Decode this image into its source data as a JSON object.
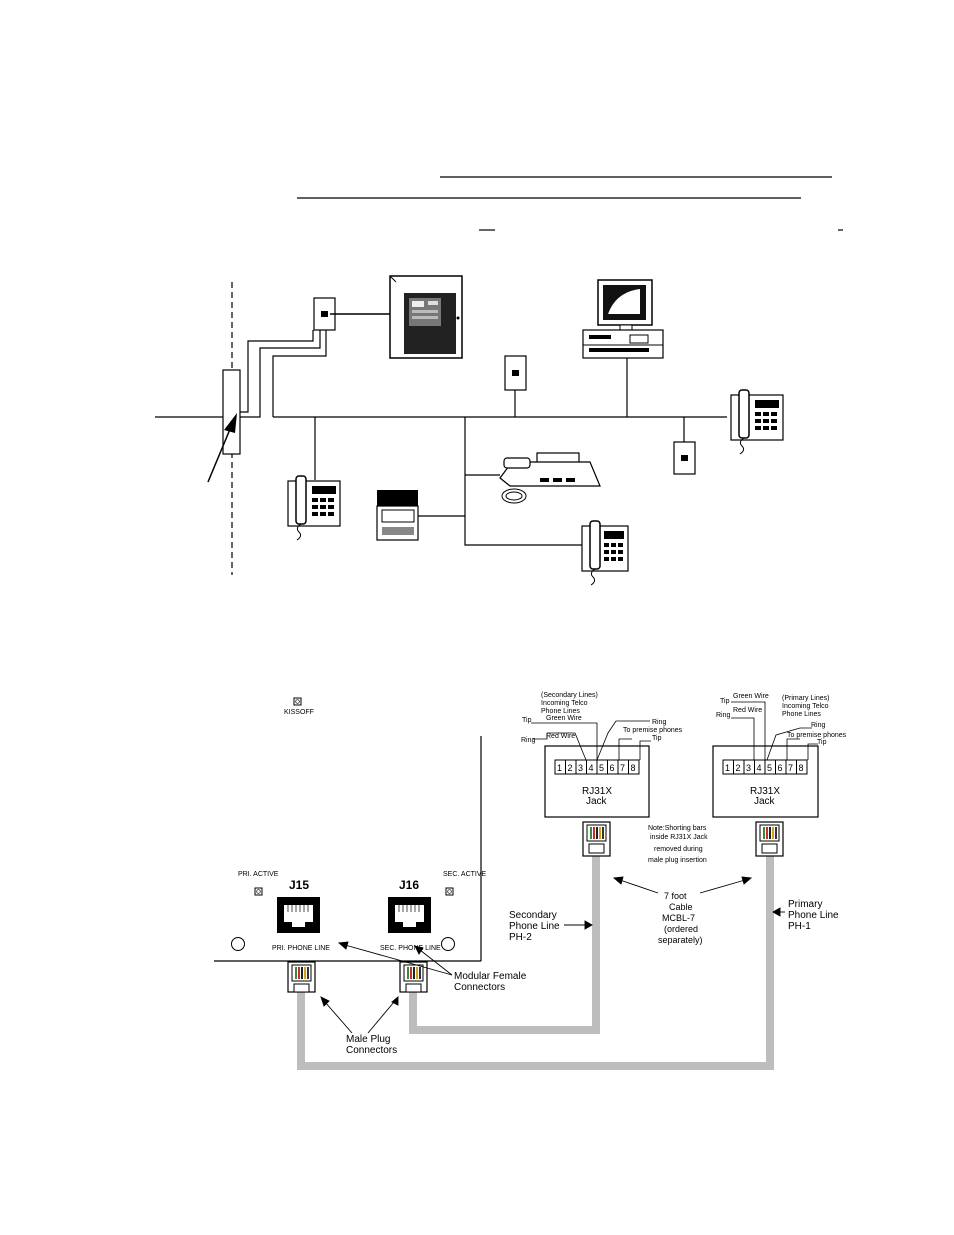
{
  "panel_labels": {
    "kissoff": "KISSOFF",
    "pri_active": "PRI. ACTIVE",
    "sec_active": "SEC. ACTIVE",
    "j15": "J15",
    "j16": "J16",
    "pri_phone_line": "PRI. PHONE LINE",
    "sec_phone_line": "SEC. PHONE LINE"
  },
  "jacks": {
    "secondary": {
      "header": [
        "(Secondary Lines)",
        "Incoming Telco",
        "Phone Lines"
      ],
      "tip": "Tip",
      "green_wire": "Green Wire",
      "ring_left": "Ring",
      "red_wire": "Red Wire",
      "ring_right": "Ring",
      "to_premise": "To premise phones",
      "tip_right": "Tip",
      "name": [
        "RJ31X",
        "Jack"
      ]
    },
    "primary": {
      "header": [
        "(Primary Lines)",
        "Incoming Telco",
        "Phone Lines"
      ],
      "tip": "Tip",
      "green_wire": "Green Wire",
      "ring_left": "Ring",
      "red_wire": "Red Wire",
      "ring_right": "Ring",
      "to_premise": "To premise phones",
      "tip_right": "Tip",
      "name": [
        "RJ31X",
        "Jack"
      ]
    },
    "terminals": [
      "1",
      "2",
      "3",
      "4",
      "5",
      "6",
      "7",
      "8"
    ]
  },
  "annotations": {
    "note": [
      "Note:Shorting bars",
      "inside RJ31X Jack",
      "removed during",
      "male plug insertion"
    ],
    "cable": [
      "7 foot",
      "Cable",
      "MCBL-7",
      "(ordered",
      "separately)"
    ],
    "secondary_line": [
      "Secondary",
      "Phone  Line",
      "PH-2"
    ],
    "primary_line": [
      "Primary",
      "Phone  Line",
      "PH-1"
    ],
    "modular_female": [
      "Modular Female",
      "Connectors"
    ],
    "male_plug": [
      "Male Plug",
      "Connectors"
    ]
  }
}
